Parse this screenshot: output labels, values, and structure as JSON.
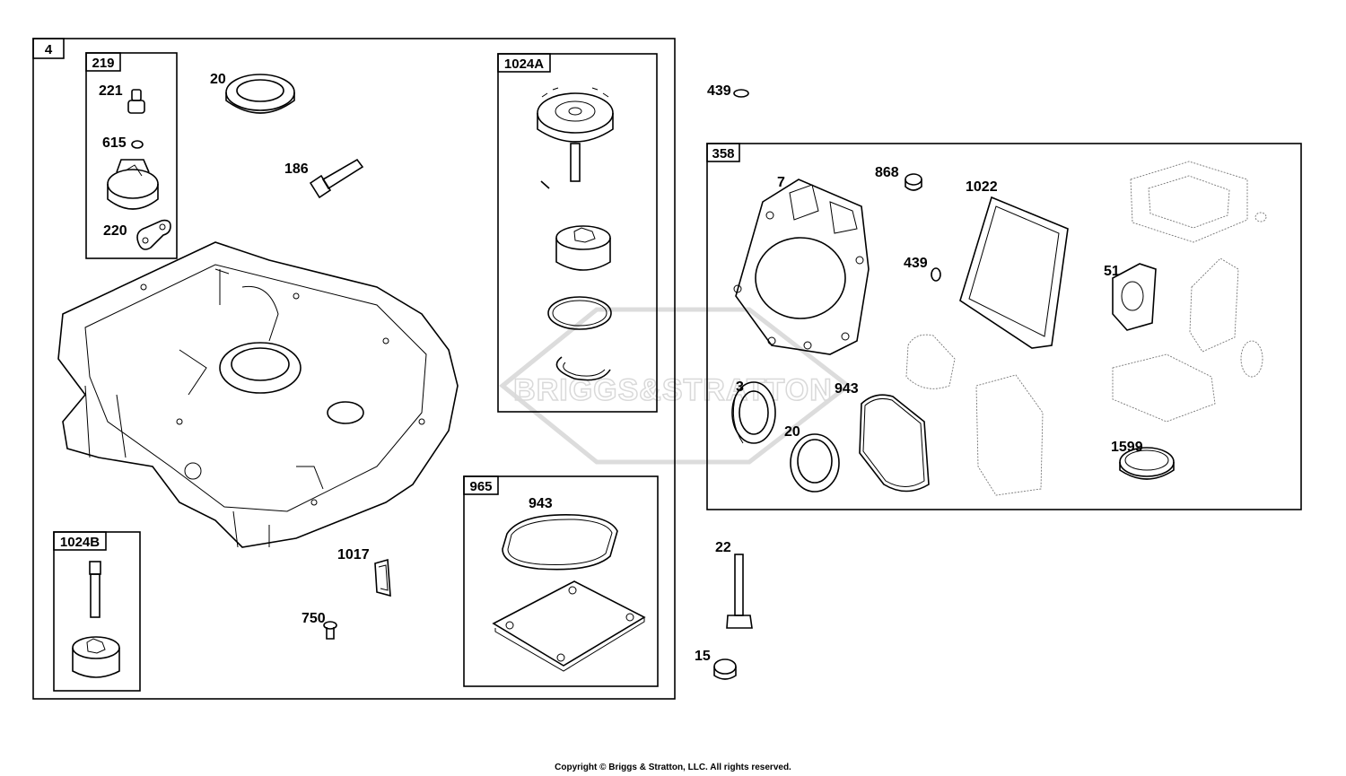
{
  "boxes": {
    "main": "4",
    "k219": "219",
    "k1024a": "1024A",
    "k1024b": "1024B",
    "k965": "965",
    "k358": "358"
  },
  "labels": {
    "p221": "221",
    "p615": "615",
    "p220": "220",
    "p20_top": "20",
    "p186": "186",
    "p1017": "1017",
    "p750": "750",
    "p943_965": "943",
    "p439_top": "439",
    "p7": "7",
    "p868": "868",
    "p1022": "1022",
    "p439_358": "439",
    "p51": "51",
    "p3": "3",
    "p943_358": "943",
    "p20_358": "20",
    "p1599": "1599",
    "p22": "22",
    "p15": "15"
  },
  "watermark": "BRIGGS&STRATTON",
  "footer": "Copyright © Briggs & Stratton, LLC. All rights reserved."
}
